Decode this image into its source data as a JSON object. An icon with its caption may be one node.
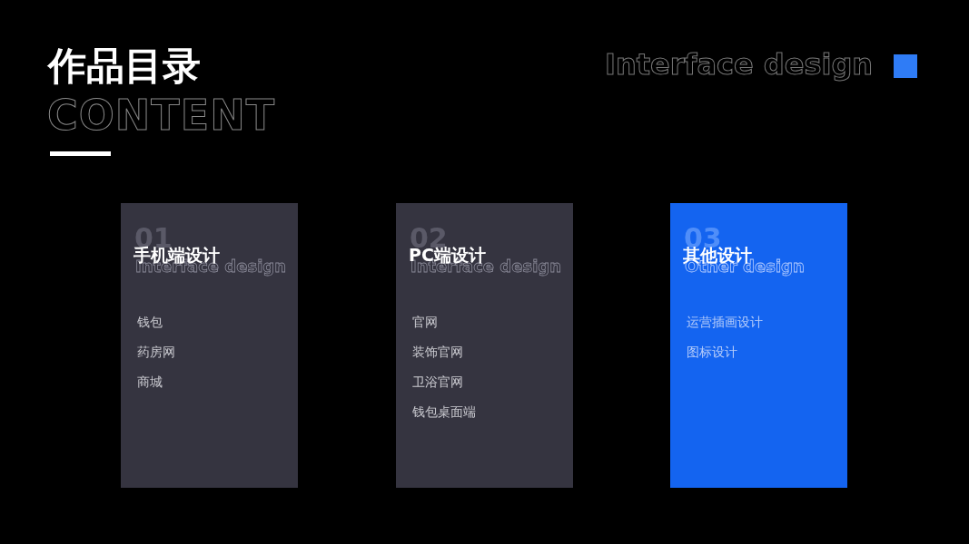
{
  "diagram": {
    "title": "作品目录",
    "nodes": [
      {
        "text": [
          "01",
          "手机端设计",
          "Interface design",
          "钱包",
          "药房网",
          "商城"
        ]
      },
      {
        "text": [
          "02",
          "PC端设计",
          "Interface design",
          "官网",
          "装饰官网",
          "卫浴官网",
          "钱包桌面端"
        ]
      },
      {
        "text": [
          "03",
          "其他设计",
          "Other design",
          "运营插画设计",
          "图标设计"
        ]
      }
    ],
    "labels": [
      "CONTENT",
      "Interface design"
    ]
  }
}
